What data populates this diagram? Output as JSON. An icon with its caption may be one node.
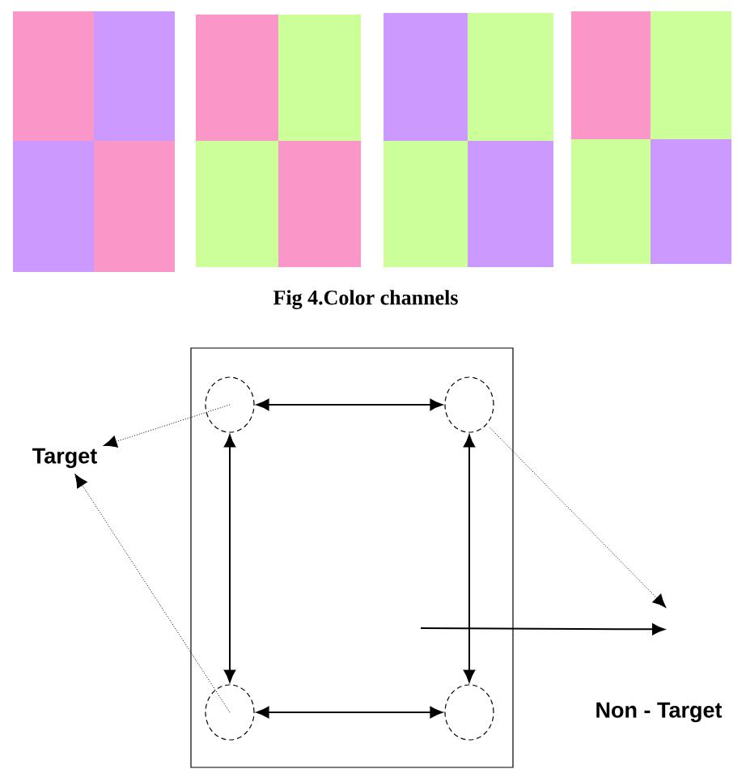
{
  "diagram": {
    "caption": "Fig 4.Color channels",
    "nodes": [
      {
        "text": [],
        "shape": "box"
      },
      {
        "text": [],
        "shape": "circle",
        "in": 0
      },
      {
        "text": [],
        "shape": "circle",
        "in": 0
      },
      {
        "text": [],
        "shape": "circle",
        "in": 0
      },
      {
        "text": [],
        "shape": "circle",
        "in": 0
      },
      {
        "text": [
          "Target"
        ]
      },
      {
        "text": [
          "Non - Target"
        ]
      }
    ],
    "edges": [
      {
        "from": 1,
        "to": 2,
        "arrow": "both"
      },
      {
        "from": 1,
        "to": 3,
        "arrow": "both"
      },
      {
        "from": 2,
        "to": 4,
        "arrow": "both"
      },
      {
        "from": 3,
        "to": 4,
        "arrow": "both"
      },
      {
        "from": 1,
        "to": 5,
        "arrow": "to",
        "style": "dashed"
      },
      {
        "from": 3,
        "to": 5,
        "arrow": "to",
        "style": "dashed"
      },
      {
        "from": 2,
        "to": 6,
        "arrow": "to",
        "style": "dashed"
      },
      {
        "from": null,
        "to": 6,
        "arrow": "to"
      }
    ]
  }
}
